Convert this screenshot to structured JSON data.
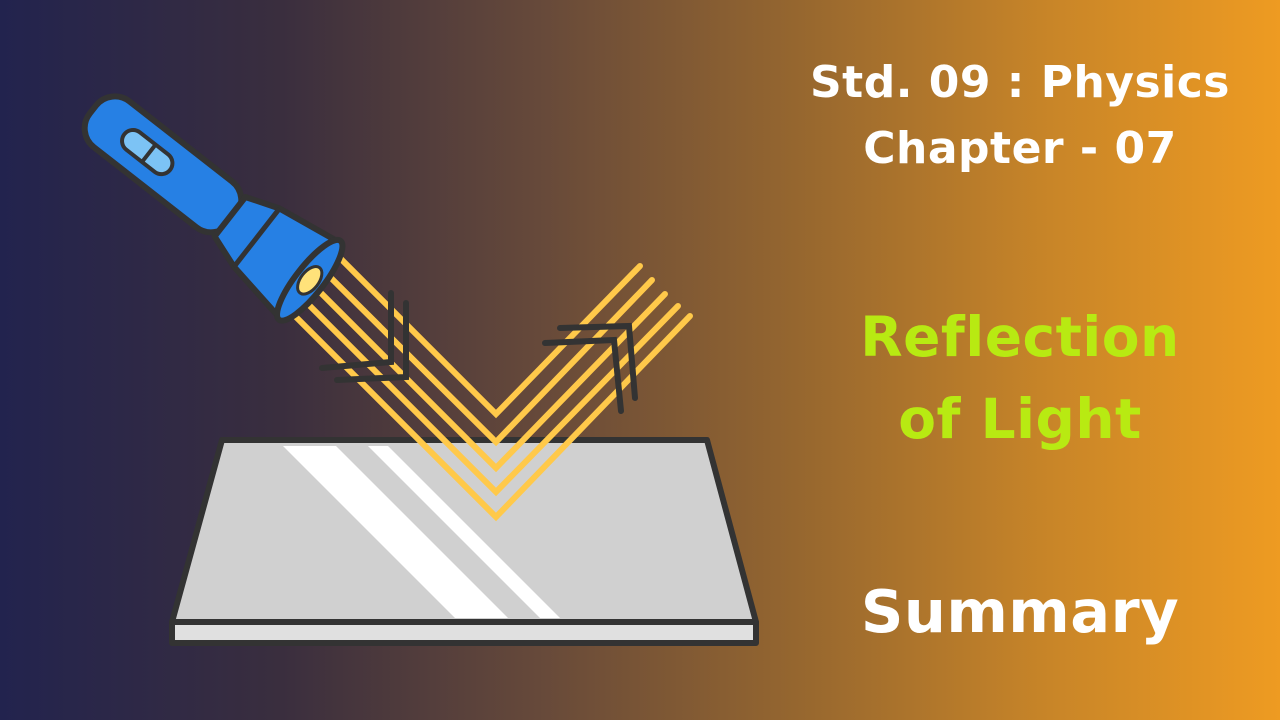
{
  "header": {
    "subject_line": "Std. 09 : Physics",
    "chapter_line": "Chapter - 07"
  },
  "title": {
    "line1": "Reflection",
    "line2": "of Light"
  },
  "footer": {
    "label": "Summary"
  },
  "illustration": {
    "objects": [
      "flashlight-icon",
      "mirror-icon",
      "incident-ray-arrow-icon",
      "reflected-ray-arrow-icon"
    ],
    "ray_count": 5
  },
  "colors": {
    "background_start": "#22234e",
    "background_end": "#ee9b22",
    "flashlight_body": "#2680e4",
    "light_rays": "#ffc94a",
    "mirror_surface": "#d0d0d0",
    "outline": "#333333",
    "title_text": "#b8ea12",
    "heading_text": "#ffffff"
  }
}
